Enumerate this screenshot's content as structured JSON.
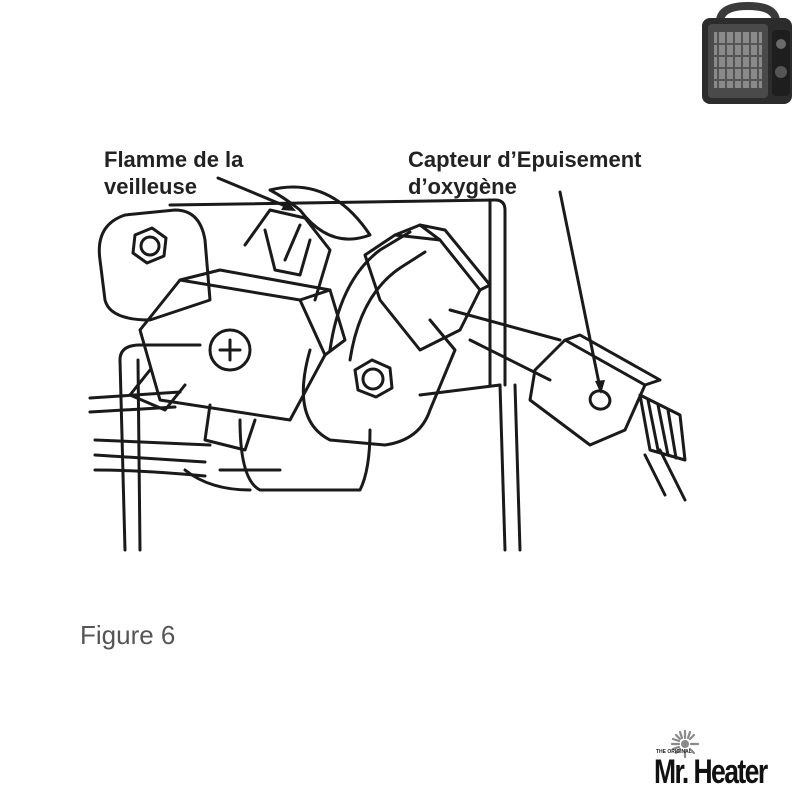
{
  "labels": {
    "flame_line1": "Flamme de la",
    "flame_line2": "veilleuse",
    "sensor_line1": "Capteur d’Epuisement",
    "sensor_line2": "d’oxygène"
  },
  "caption": "Figure 6",
  "brand": {
    "tagline": "THE ORIGINAL",
    "name": "Mr. Heater"
  },
  "icons": {
    "product": "portable-heater-photo",
    "logo_mark": "sun-burst-icon"
  }
}
